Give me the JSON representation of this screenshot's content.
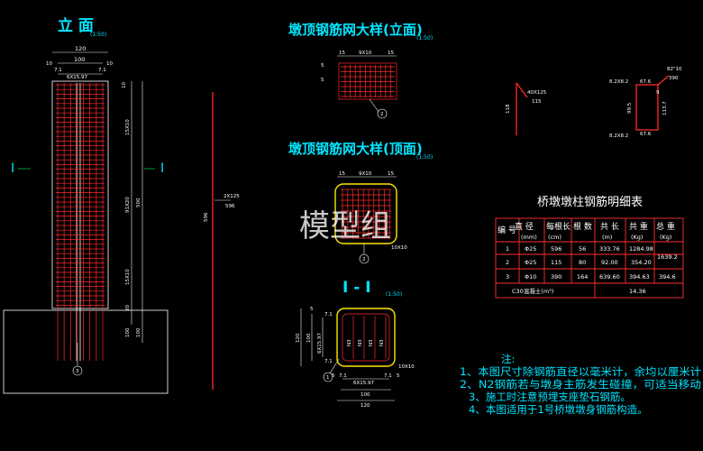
{
  "elevation": {
    "title": "立 面",
    "scale": "(1:50)",
    "dims_top": [
      "120",
      "100",
      "10",
      "10",
      "7.1",
      "7.1",
      "6X15.97"
    ],
    "dims_left": [
      "10",
      "15X10",
      "91X20",
      "500",
      "15X10",
      "20",
      "100",
      "100"
    ],
    "section_mark": "I",
    "bar_mark": "3"
  },
  "side_bar": {
    "label": "2X125",
    "length_in": "596",
    "length_out": "596"
  },
  "mesh_elevation": {
    "title": "墩顶钢筋网大样(立面)",
    "scale": "(1:50)",
    "dims": [
      "15",
      "9X10",
      "15",
      "5",
      "5"
    ],
    "bar_mark": "2"
  },
  "mesh_plan": {
    "title": "墩顶钢筋网大样(顶面)",
    "scale": "(1:50)",
    "dims": [
      "15",
      "9X10",
      "15",
      "10X10"
    ],
    "bar_mark": "2"
  },
  "section": {
    "title": "I - I",
    "scale": "(1:50)",
    "dims_left": [
      "5",
      "120",
      "100",
      "6X15.97",
      "7.1",
      "7.1"
    ],
    "dims_bottom": [
      "5",
      "7.1",
      "6X15.97",
      "7.1",
      "5",
      "100",
      "120"
    ],
    "bar_labels": [
      "N3",
      "N3",
      "N3",
      "N3"
    ],
    "spiral": "10X10",
    "bar_mark": "1"
  },
  "bar_details": {
    "bar1": {
      "label": "40X125",
      "length": "115",
      "height": "118"
    },
    "bar3": {
      "corner_top": "8.2X8.2",
      "corner_bottom": "8.2X8.2",
      "hook": "82\"10",
      "length": "390",
      "side_top": "67.6",
      "side_bottom": "67.6",
      "left": "99.5",
      "right": "113.7",
      "mid": "9"
    }
  },
  "table": {
    "title": "桥墩墩柱钢筋明细表",
    "headers_row1": [
      "编 号",
      "直 径",
      "每根长",
      "根 数",
      "共 长",
      "共 重",
      "总 重"
    ],
    "headers_row2": [
      "(mm)",
      "(cm)",
      "",
      "(m)",
      "(Kg)",
      "(Kg)"
    ],
    "rows": [
      [
        "1",
        "Φ25",
        "596",
        "56",
        "333.76",
        "1284.98",
        "1639.2"
      ],
      [
        "2",
        "Φ25",
        "115",
        "80",
        "92.00",
        "354.20",
        ""
      ],
      [
        "3",
        "Φ10",
        "390",
        "164",
        "639.60",
        "394.63",
        "394.6"
      ]
    ],
    "footer_label": "C30混凝土(m³)",
    "footer_value": "14.36"
  },
  "notes": {
    "title": "注:",
    "lines": [
      "1、本图尺寸除钢筋直径以毫米计，余均以厘米计",
      "2、N2钢筋若与墩身主筋发生碰撞，可适当移动",
      "3、施工时注意预埋支座垫石钢筋。",
      "4、本图适用于1号桥墩墩身钢筋构造。"
    ]
  },
  "watermark": "模型组"
}
